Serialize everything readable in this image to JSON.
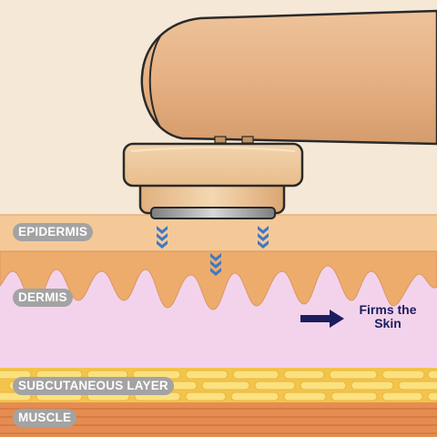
{
  "layers": {
    "epidermis": "EPIDERMIS",
    "dermis": "DERMIS",
    "subcutaneous": "SUBCUTANEOUS LAYER",
    "muscle": "MUSCLE"
  },
  "annotation": {
    "line1": "Firms the",
    "line2": "Skin"
  },
  "colors": {
    "background": "#f6e8d6",
    "epidermis": "#f5c997",
    "dermis_waves": "#edac6c",
    "dermis": "#f3d3ec",
    "subcutaneous": "#f3c44c",
    "fat_cells": "#fbe17f",
    "muscle": "#e58c52",
    "device_body": "#e6b184",
    "device_head": "#eeca9e",
    "pulse_arrows": "#3f78c4",
    "annotation_arrow": "#1c1d5e",
    "label_pill": "#a3a3a3"
  },
  "icons": {
    "pulse": "chevron-down-triple",
    "direction": "arrow-right"
  }
}
